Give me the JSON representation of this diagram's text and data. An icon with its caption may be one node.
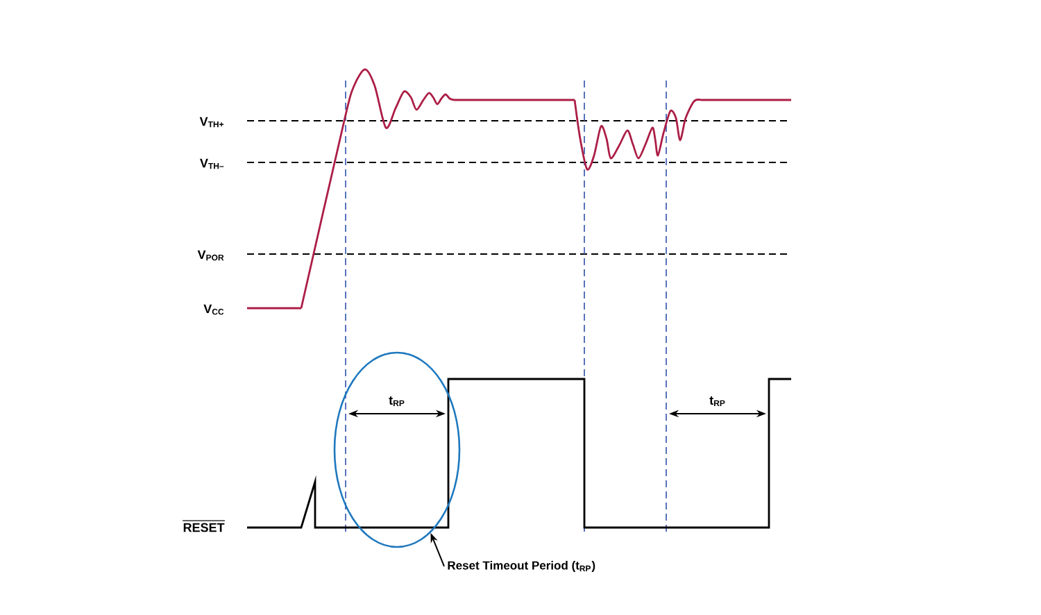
{
  "diagram": {
    "nodes": [
      {
        "text": [
          "Reset Timeout Period (t$_{RP}$)"
        ]
      },
      {
        "text": [],
        "shape": "ellipse"
      }
    ],
    "edges": [
      {
        "from": 0,
        "to": 1,
        "arrow": "to"
      }
    ],
    "labels": [
      "V$_{TH+}$",
      "V$_{TH–}$",
      "V$_{POR}$",
      "V$_{CC}$",
      "RESET",
      "t$_{RP}$",
      "t$_{RP}$"
    ]
  }
}
